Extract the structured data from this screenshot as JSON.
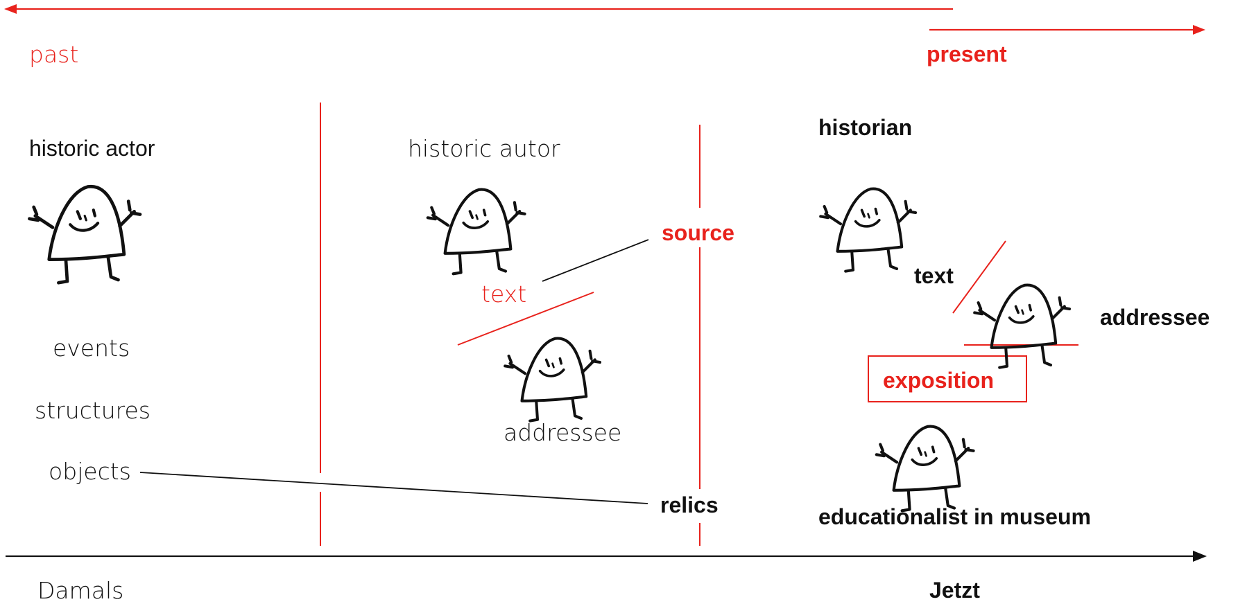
{
  "colors": {
    "accent": "#e8221c",
    "ink": "#111111"
  },
  "timeline": {
    "past_label": "past",
    "present_label": "present",
    "then_label": "Damals",
    "now_label": "Jetzt"
  },
  "past_column": {
    "actor_label": "historic actor",
    "items": [
      "events",
      "structures",
      "objects"
    ]
  },
  "middle_column": {
    "autor_label": "historic autor",
    "text_label": "text",
    "addressee_label": "addressee"
  },
  "connectors": {
    "source_label": "source",
    "relics_label": "relics"
  },
  "present_column": {
    "historian_label": "historian",
    "text_label": "text",
    "addressee_label": "addressee",
    "exposition_label": "exposition",
    "educationalist_label": "educationalist in museum"
  },
  "icons": [
    "figure-icon",
    "figure-icon",
    "figure-icon",
    "figure-icon",
    "figure-icon",
    "figure-icon"
  ]
}
